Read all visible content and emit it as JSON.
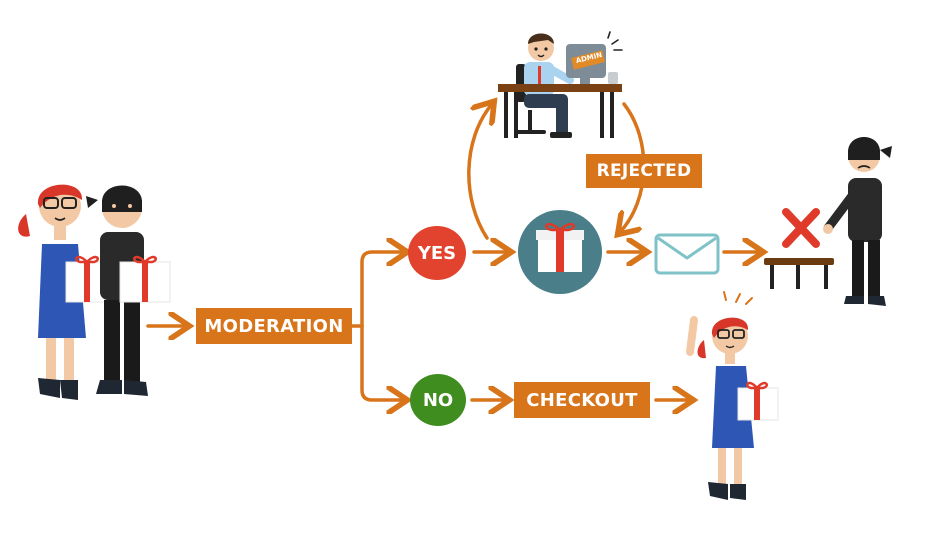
{
  "labels": {
    "moderation": "MODERATION",
    "yes": "YES",
    "no": "NO",
    "rejected": "REJECTED",
    "checkout": "CHECKOUT",
    "admin_screen": "ADMIN"
  },
  "colors": {
    "accent_orange": "#d8741a",
    "yes_red": "#e2432e",
    "no_green": "#3f8d1f",
    "gift_circle": "#4a7f89",
    "reject_x": "#e03a2a",
    "envelope": "#7fc3c8"
  },
  "icons": [
    "gift-icon",
    "envelope-icon",
    "reject-x-icon"
  ]
}
